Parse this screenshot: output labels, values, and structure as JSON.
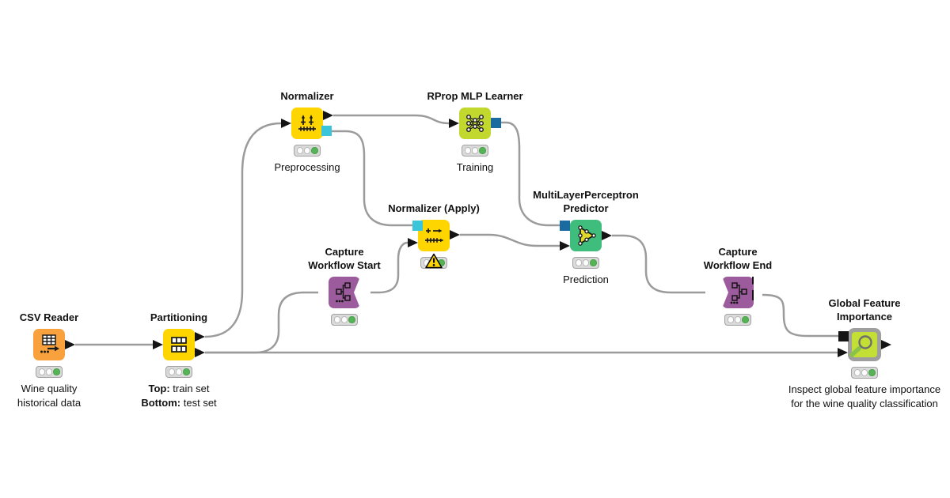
{
  "workflow": {
    "nodes": [
      {
        "id": "csv-reader",
        "title_lines": [
          "CSV Reader"
        ],
        "icon": "table-reader-icon",
        "color": "#f9a13c",
        "status": "executed",
        "annotation_lines": [
          "Wine quality",
          "historical data"
        ]
      },
      {
        "id": "partitioning",
        "title_lines": [
          "Partitioning"
        ],
        "icon": "partition-icon",
        "color": "#ffd500",
        "status": "executed",
        "annotation_rich": [
          {
            "bold": "Top:",
            "text": " train set"
          },
          {
            "bold": "Bottom:",
            "text": " test set"
          }
        ]
      },
      {
        "id": "normalizer",
        "title_lines": [
          "Normalizer"
        ],
        "icon": "normalizer-icon",
        "color": "#ffd500",
        "status": "executed",
        "annotation_lines": [
          "Preprocessing"
        ]
      },
      {
        "id": "rprop-mlp-learner",
        "title_lines": [
          "RProp MLP Learner"
        ],
        "icon": "mlp-network-icon",
        "color": "#c3d82e",
        "status": "executed",
        "annotation_lines": [
          "Training"
        ]
      },
      {
        "id": "normalizer-apply",
        "title_lines": [
          "Normalizer (Apply)"
        ],
        "icon": "normalizer-apply-icon",
        "color": "#ffd500",
        "status": "executed-with-warning",
        "annotation_lines": []
      },
      {
        "id": "capture-workflow-start",
        "title_lines": [
          "Capture",
          "Workflow Start"
        ],
        "icon": "capture-start-icon",
        "color": "#9c5b9d",
        "status": "executed",
        "annotation_lines": []
      },
      {
        "id": "multilayerperceptron-predictor",
        "title_lines": [
          "MultiLayerPerceptron",
          "Predictor"
        ],
        "icon": "predictor-icon",
        "color": "#3fbd7d",
        "status": "executed",
        "annotation_lines": [
          "Prediction"
        ]
      },
      {
        "id": "capture-workflow-end",
        "title_lines": [
          "Capture",
          "Workflow End"
        ],
        "icon": "capture-end-icon",
        "color": "#9c5b9d",
        "status": "executed",
        "annotation_lines": []
      },
      {
        "id": "global-feature-importance",
        "title_lines": [
          "Global Feature",
          "Importance"
        ],
        "icon": "magnifier-icon",
        "color": "#c3de35",
        "status": "executed",
        "annotation_lines": [
          "Inspect global feature importance",
          "for the wine quality classification"
        ]
      }
    ],
    "connections": [
      {
        "from": "csv-reader",
        "to": "partitioning"
      },
      {
        "from": "partitioning:out-top",
        "to": "normalizer"
      },
      {
        "from": "partitioning:out-bottom",
        "to": "global-feature-importance:in-bottom"
      },
      {
        "from": "partitioning:out-bottom",
        "to": "capture-workflow-start"
      },
      {
        "from": "normalizer:out-data",
        "to": "rprop-mlp-learner"
      },
      {
        "from": "normalizer:out-model",
        "to": "normalizer-apply:in-model"
      },
      {
        "from": "capture-workflow-start",
        "to": "normalizer-apply:in-data"
      },
      {
        "from": "rprop-mlp-learner:out-model",
        "to": "multilayerperceptron-predictor:in-model"
      },
      {
        "from": "normalizer-apply:out",
        "to": "multilayerperceptron-predictor:in-data"
      },
      {
        "from": "multilayerperceptron-predictor:out",
        "to": "capture-workflow-end"
      },
      {
        "from": "capture-workflow-end:out-workflow",
        "to": "global-feature-importance:in-top"
      }
    ],
    "palette": {
      "wire": "#9b9b9b",
      "status_green": "#56b457",
      "warning_yellow": "#ffd500",
      "port_cyan": "#3bc5db",
      "port_blue": "#1a6ba0",
      "port_black": "#141414",
      "node_orange": "#f9a13c",
      "node_yellow": "#ffd500",
      "node_lime": "#c3d82e",
      "node_green": "#3fbd7d",
      "node_purple": "#9c5b9d",
      "component_gray": "#9e9e9e"
    }
  }
}
